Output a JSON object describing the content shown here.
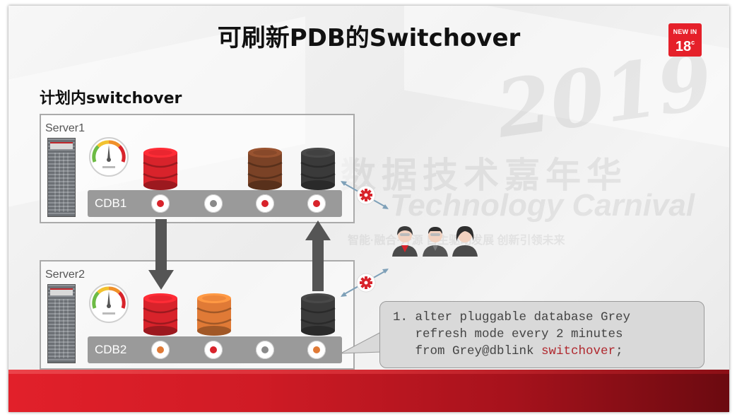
{
  "slide": {
    "title": "可刷新PDB的Switchover",
    "badge": {
      "line1": "NEW IN",
      "version": "18",
      "suffix": "c"
    },
    "subtitle": "计划内switchover"
  },
  "watermark": {
    "year": "2019",
    "cn": "数据技术嘉年华",
    "en": "Technology Carnival",
    "sub": "智能·融合·开源 自主驱动发展 创新引领未来"
  },
  "servers": [
    {
      "label": "Server1",
      "cdb": "CDB1",
      "databases": [
        {
          "color": "red",
          "slot": 0
        },
        {
          "color": "brown",
          "slot": 2
        },
        {
          "color": "black",
          "slot": 3
        }
      ],
      "ports": [
        "red",
        "grey",
        "red",
        "red"
      ]
    },
    {
      "label": "Server2",
      "cdb": "CDB2",
      "databases": [
        {
          "color": "red",
          "slot": 0
        },
        {
          "color": "orange",
          "slot": 1
        },
        {
          "color": "black",
          "slot": 3
        }
      ],
      "ports": [
        "orange",
        "red",
        "grey",
        "orange"
      ]
    }
  ],
  "callout": {
    "line1": "1. alter pluggable database Grey",
    "line2": "   refresh mode every 2 minutes",
    "line3_prefix": "   from Grey@dblink ",
    "line3_keyword": "switchover",
    "line3_suffix": ";"
  },
  "colors": {
    "red": "#d8232b",
    "brown": "#7a4226",
    "black": "#3a3a3a",
    "orange": "#e07a36",
    "grey": "#8a8a8a",
    "keyword": "#b0272d",
    "footer": "#d01e27"
  },
  "icons": {
    "server": "server-rack-icon",
    "gauge": "speedometer-gauge-icon",
    "database": "database-cylinder-icon",
    "gear": "gear-icon",
    "users": "people-icon",
    "arrow_down": "arrow-down-icon",
    "arrow_up": "arrow-up-icon"
  }
}
